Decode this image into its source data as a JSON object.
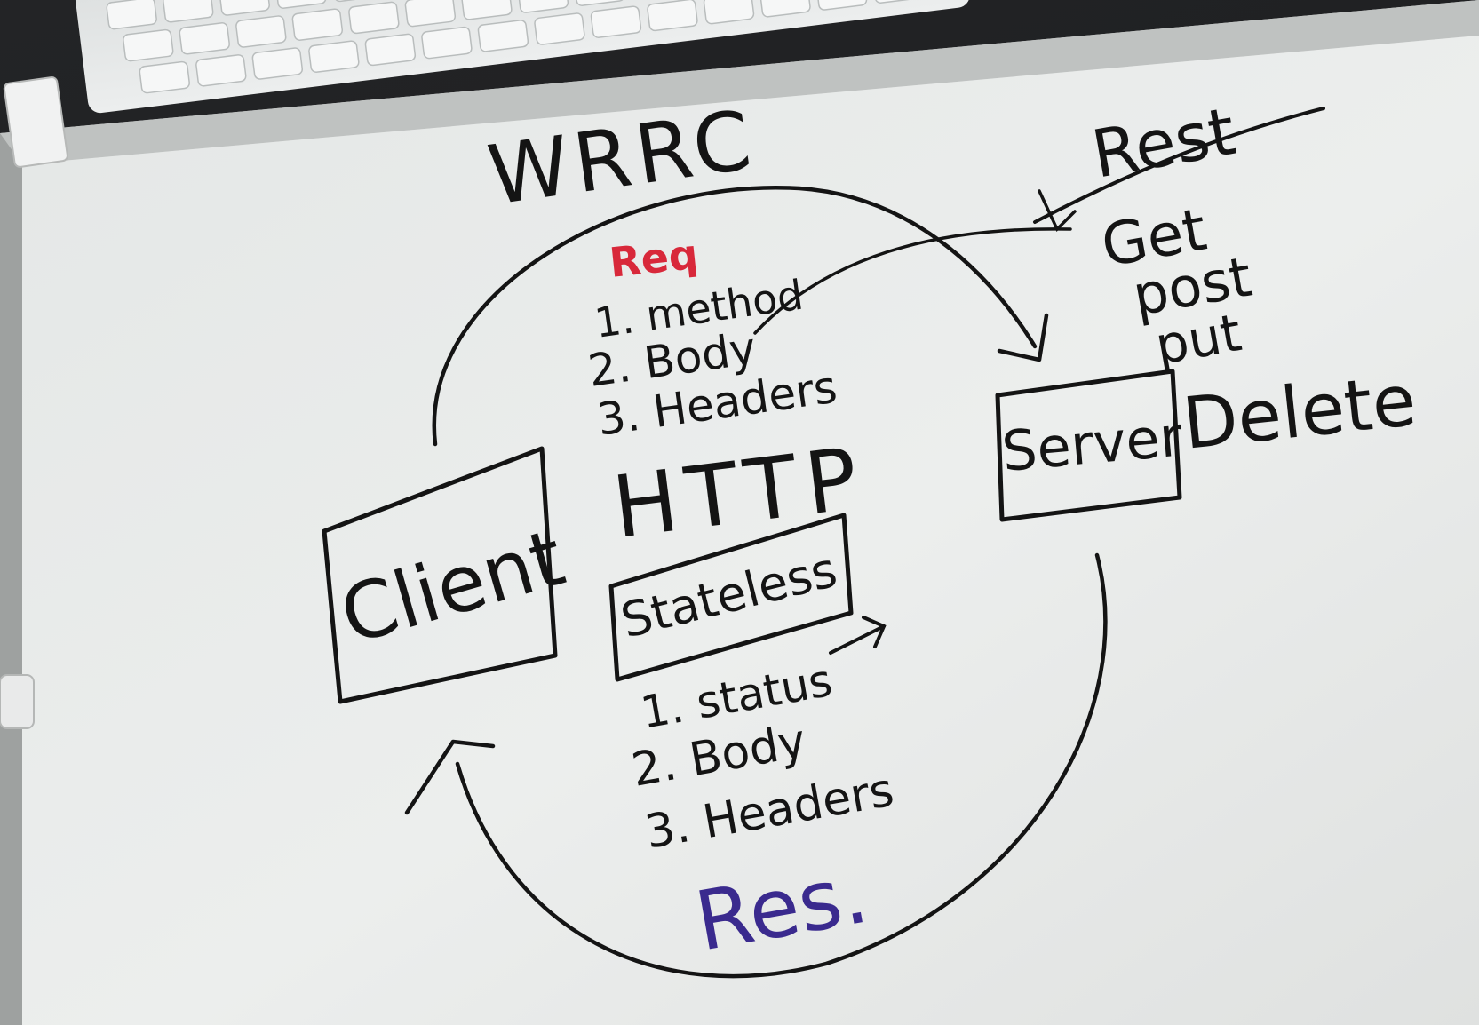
{
  "title": "WRRC",
  "rest_label": "Rest",
  "rest_methods": [
    "Get",
    "post",
    "put",
    "Delete"
  ],
  "server_label": "Server",
  "client_label": "Client",
  "http_label": "HTTP",
  "stateless_label": "Stateless",
  "request": {
    "label": "Req",
    "items": [
      "1. method",
      "2. Body",
      "3. Headers"
    ]
  },
  "response": {
    "label": "Res.",
    "items": [
      "1. status",
      "2. Body",
      "3. Headers"
    ]
  },
  "colors": {
    "board": "#e9ebea",
    "ink": "#141414",
    "req_ink": "#d8283a",
    "res_ink": "#3a2a8e",
    "background": "#1c1d1f",
    "keyboard": "#dadddd",
    "keyboard_glow": "#74e0a8"
  }
}
